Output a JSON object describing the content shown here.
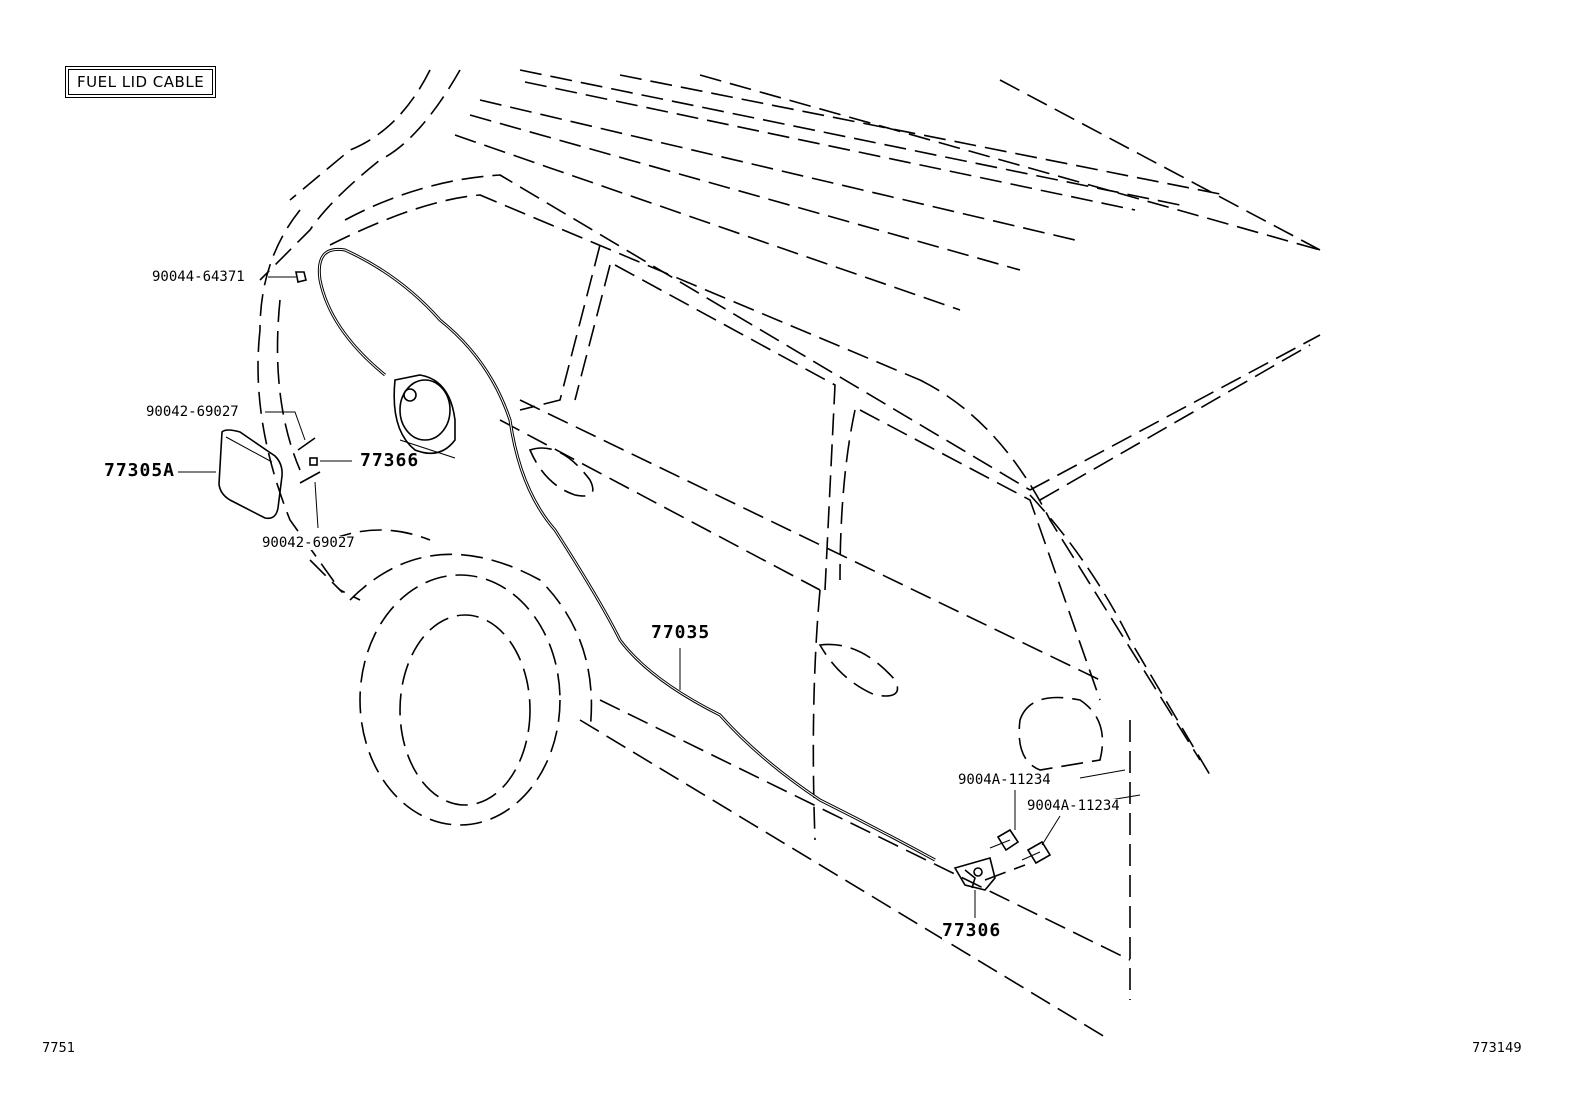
{
  "title": "FUEL LID CABLE",
  "corner_left": "7751",
  "corner_right": "773149",
  "parts": {
    "clamp": "90044-64371",
    "screw_upper": "90042-69027",
    "screw_lower": "90042-69027",
    "fuel_lid": "77305A",
    "spring": "77366",
    "cable": "77035",
    "bolt_upper": "9004A-11234",
    "bolt_lower": "9004A-11234",
    "lever": "77306"
  }
}
